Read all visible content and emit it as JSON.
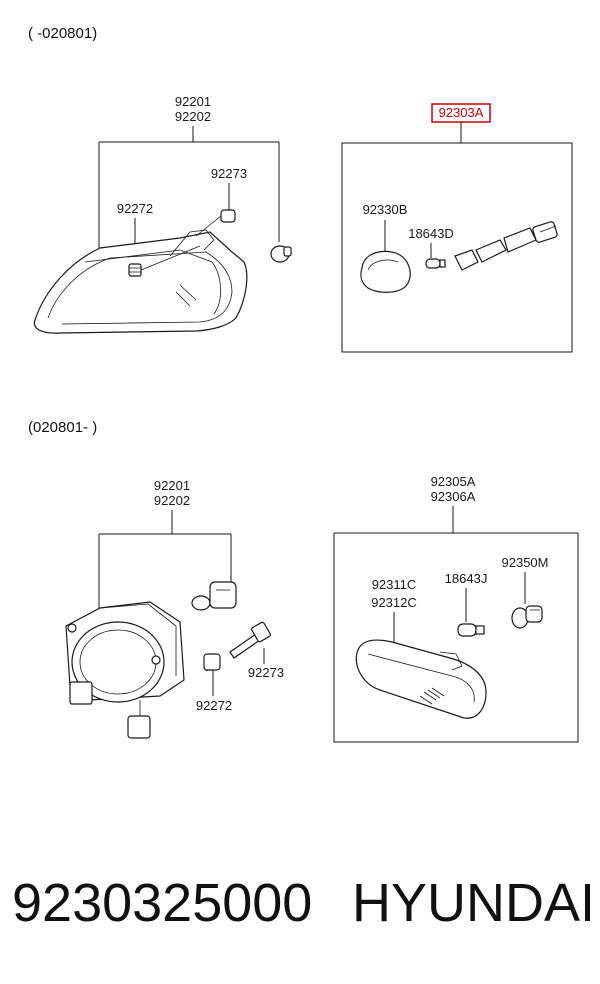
{
  "sections": {
    "top_range": "( -020801)",
    "bottom_range": "(020801- )"
  },
  "top_left": {
    "assembly_codes": [
      "92201",
      "92202"
    ],
    "bulb_socket": "92273",
    "screw": "92272"
  },
  "top_right": {
    "assembly_code": "92303A",
    "highlight_color": "#cc0000",
    "lens": "92330B",
    "bulb": "18643D"
  },
  "bottom_left": {
    "assembly_codes": [
      "92201",
      "92202"
    ],
    "socket": "92273",
    "spring": "92272"
  },
  "bottom_right": {
    "assembly_codes": [
      "92305A",
      "92306A"
    ],
    "lamp_codes": [
      "92311C",
      "92312C"
    ],
    "bulb": "18643J",
    "socket": "92350M"
  },
  "footer": {
    "part_number": "9230325000",
    "brand": "HYUNDAI"
  }
}
